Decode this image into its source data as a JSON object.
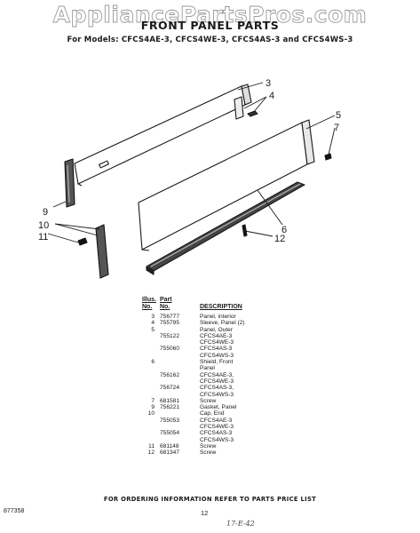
{
  "watermark": "AppliancePartsPros.com",
  "title": "FRONT PANEL PARTS",
  "subtitle": "For Models: CFCS4AE-3, CFCS4WE-3, CFCS4AS-3 and CFCS4WS-3",
  "callouts": [
    "3",
    "4",
    "5",
    "7",
    "6",
    "12",
    "9",
    "10",
    "11"
  ],
  "table": {
    "headers": {
      "illus": "Illus.\nNo.",
      "part": "Part\nNo.",
      "desc": "DESCRIPTION"
    },
    "rows": [
      {
        "illus": "3",
        "part": "756777",
        "desc": "Panel, interior"
      },
      {
        "illus": "4",
        "part": "755795",
        "desc": "Sleeve, Panel (2)"
      },
      {
        "illus": "5",
        "part": "",
        "desc": "Panel, Outer"
      },
      {
        "illus": "",
        "part": "755122",
        "desc": "CFCS4AE-3"
      },
      {
        "illus": "",
        "part": "",
        "desc": "CFCS4WE-3"
      },
      {
        "illus": "",
        "part": "755060",
        "desc": "CFCS4AS-3"
      },
      {
        "illus": "",
        "part": "",
        "desc": "CFCS4WS-3"
      },
      {
        "illus": "6",
        "part": "",
        "desc": "Shield, Front"
      },
      {
        "illus": "",
        "part": "",
        "desc": "Panel"
      },
      {
        "illus": "",
        "part": "756162",
        "desc": "CFCS4AE-3,"
      },
      {
        "illus": "",
        "part": "",
        "desc": "CFCS4WE-3"
      },
      {
        "illus": "",
        "part": "756724",
        "desc": "CFCS4AS-3,"
      },
      {
        "illus": "",
        "part": "",
        "desc": "CFCS4WS-3"
      },
      {
        "illus": "7",
        "part": "681581",
        "desc": "Screw"
      },
      {
        "illus": "9",
        "part": "756221",
        "desc": "Gasket, Panel"
      },
      {
        "illus": "10",
        "part": "",
        "desc": "Cap, End"
      },
      {
        "illus": "",
        "part": "755053",
        "desc": "CFCS4AE-3"
      },
      {
        "illus": "",
        "part": "",
        "desc": "CFCS4WE-3"
      },
      {
        "illus": "",
        "part": "755054",
        "desc": "CFCS4AS-3"
      },
      {
        "illus": "",
        "part": "",
        "desc": "CFCS4WS-3"
      },
      {
        "illus": "11",
        "part": "681148",
        "desc": "Screw"
      },
      {
        "illus": "12",
        "part": "681347",
        "desc": "Screw"
      }
    ]
  },
  "footer": "FOR ORDERING INFORMATION REFER TO PARTS PRICE LIST",
  "doc_number": "877358",
  "page_number": "12",
  "handwritten_note": "17-E-42"
}
